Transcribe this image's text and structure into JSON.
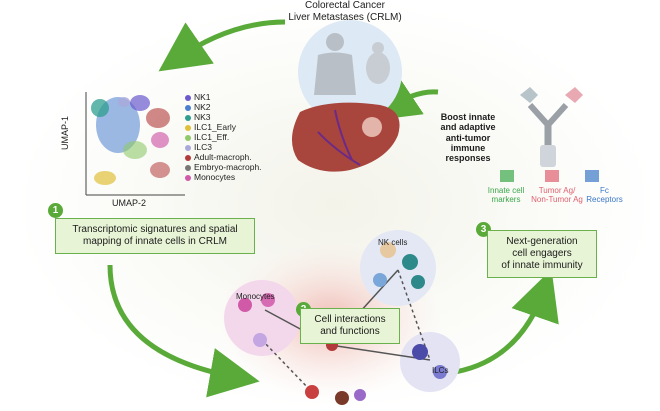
{
  "title_line1": "Colorectal Cancer",
  "title_line2": "Liver Metastases (CRLM)",
  "umap": {
    "ylabel": "UMAP-1",
    "xlabel": "UMAP-2",
    "legend": [
      {
        "label": "NK1",
        "color": "#6a5acd"
      },
      {
        "label": "NK2",
        "color": "#4a7fd0"
      },
      {
        "label": "NK3",
        "color": "#2e9e8f"
      },
      {
        "label": "ILC1_Early",
        "color": "#e0c03a"
      },
      {
        "label": "ILC1_Eff.",
        "color": "#8fc96a"
      },
      {
        "label": "ILC3",
        "color": "#a9a9d9"
      },
      {
        "label": "Adult-macroph.",
        "color": "#b33a3a"
      },
      {
        "label": "Embryo-macroph.",
        "color": "#777777"
      },
      {
        "label": "Monocytes",
        "color": "#d05aa8"
      }
    ]
  },
  "boost_text": [
    "Boost innate",
    "and adaptive",
    "anti-tumor",
    "immune",
    "responses"
  ],
  "engager_labels": {
    "innate": [
      "Innate cell",
      "markers"
    ],
    "tumor": [
      "Tumor Ag/",
      "Non-Tumor Ag"
    ],
    "fc": [
      "Fc",
      "Receptors"
    ]
  },
  "step1": {
    "number": "1",
    "line1": "Transcriptomic signatures and spatial",
    "line2": "mapping of innate cells in CRLM"
  },
  "step2": {
    "number": "2",
    "line1": "Cell interactions",
    "line2": "and functions"
  },
  "step3": {
    "number": "3",
    "line1": "Next-generation",
    "line2": "cell engagers",
    "line3": "of innate immunity"
  },
  "cell_labels": {
    "nk": "NK cells",
    "monocytes": "Monocytes",
    "ilcs": "ILCs"
  },
  "colors": {
    "green_arrow": "#5aaa3a",
    "box_fill": "#e8f4d6",
    "box_border": "#6ab04c",
    "liver": "#a8453c",
    "engager_innate": "#3aa64a",
    "engager_tumor": "#e06070",
    "engager_fc": "#3a78c8"
  }
}
